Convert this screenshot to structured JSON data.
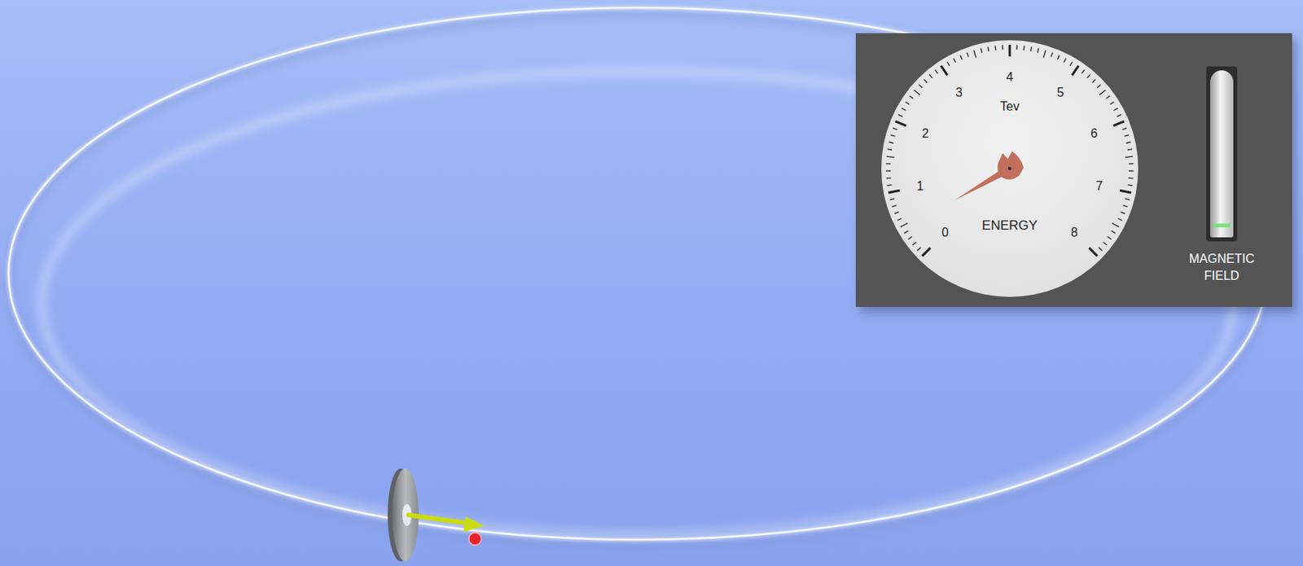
{
  "diagram": {
    "nodes": [
      {
        "text": [
          "Tev",
          "ENERGY"
        ]
      },
      {
        "text": [
          "MAGNETIC FIELD"
        ]
      }
    ],
    "labels": [
      "0",
      "1",
      "2",
      "3",
      "4",
      "5",
      "6",
      "7",
      "8"
    ]
  }
}
